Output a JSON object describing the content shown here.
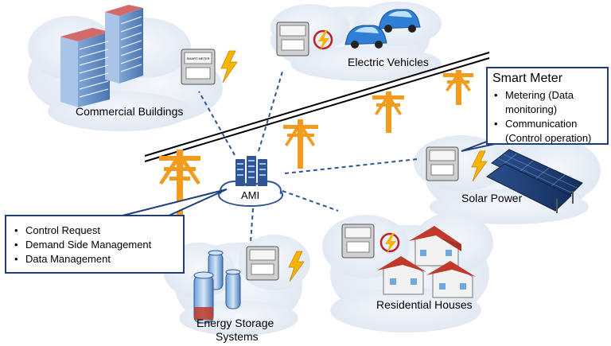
{
  "labels": {
    "commercial": "Commercial Buildings",
    "ev": "Electric Vehicles",
    "solar": "Solar Power",
    "residential": "Residential Houses",
    "storage_line1": "Energy Storage",
    "storage_line2": "Systems",
    "ami": "AMI",
    "meter_text": "SMART METER"
  },
  "smart_meter_box": {
    "title": "Smart Meter",
    "items": [
      "Metering (Data",
      "monitoring)",
      "Communication",
      "(Control operation)"
    ]
  },
  "ami_box": {
    "items": [
      "Control Request",
      "Demand Side Management",
      "Data Management"
    ]
  },
  "colors": {
    "cloud": "#e6edf7",
    "pole": "#f29b1d",
    "line_dash": "#2f5597",
    "callout_border": "#1f3f7a",
    "bolt": "#f7b500",
    "bolt_ring": "#c0202a"
  }
}
